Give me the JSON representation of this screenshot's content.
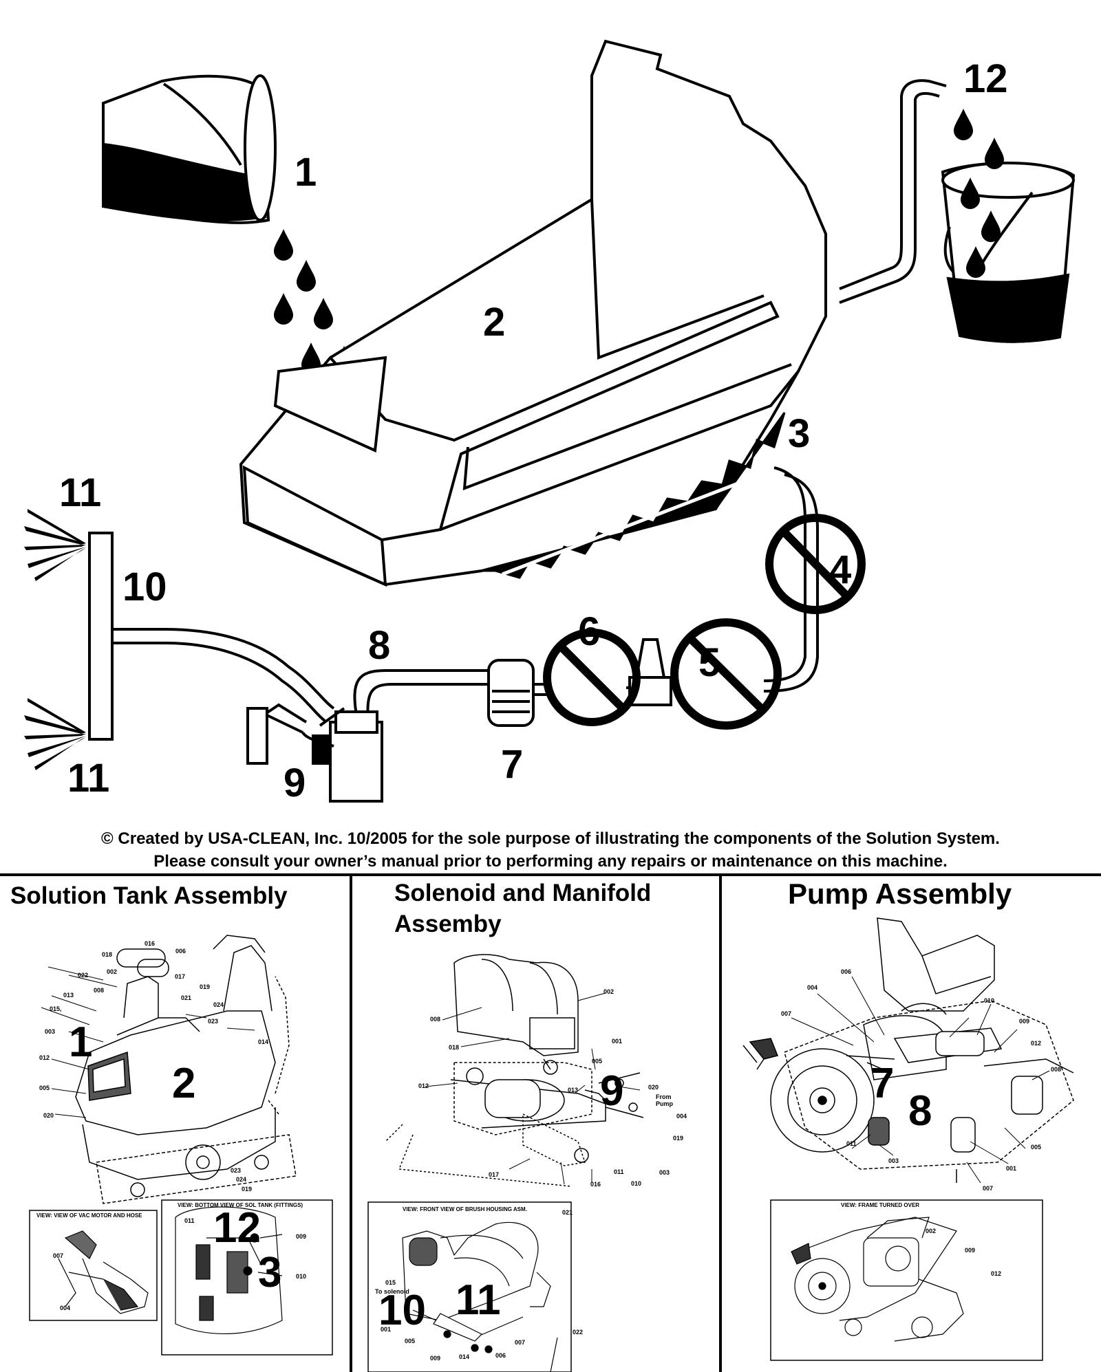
{
  "callouts": {
    "n1": "1",
    "n2": "2",
    "n3": "3",
    "n4": "4",
    "n5": "5",
    "n6": "6",
    "n7": "7",
    "n8": "8",
    "n9": "9",
    "n10": "10",
    "n11a": "11",
    "n11b": "11",
    "n12": "12"
  },
  "footer": {
    "line1": "© Created by USA-CLEAN, Inc. 10/2005 for the sole purpose of illustrating the components of the Solution System.",
    "line2": "Please consult your owner’s manual prior to performing any repairs or maintenance on this machine."
  },
  "panels": {
    "solution_tank": {
      "title": "Solution Tank Assembly",
      "callouts": {
        "c1": "1",
        "c2": "2",
        "c12": "12",
        "c3": "3"
      },
      "view_a": "VIEW: VIEW OF VAC MOTOR AND HOSE",
      "view_b": "VIEW: BOTTOM VIEW OF SOL TANK (FITTINGS)",
      "parts": {
        "p016": "016",
        "p006": "006",
        "p018": "018",
        "p022": "022",
        "p002": "002",
        "p008": "008",
        "p017": "017",
        "p013": "013",
        "p021": "021",
        "p019": "019",
        "p015": "015,",
        "p024": "024",
        "p023": "023",
        "p003": "003",
        "p014": "014",
        "p012": "012",
        "p005": "005",
        "p020": "020",
        "p023b": "023",
        "p024b": "024",
        "p019b": "019",
        "p007": "007",
        "p004": "004",
        "p011": "011",
        "p009": "009",
        "p010": "010"
      }
    },
    "solenoid": {
      "title_line1": "Solenoid and Manifold",
      "title_line2": "Assemby",
      "callouts": {
        "c9": "9",
        "c10": "10",
        "c11": "11"
      },
      "view": "VIEW: FRONT VIEW OF BRUSH HOUSING ASM.",
      "parts": {
        "p002": "002",
        "p008": "008",
        "p018": "018",
        "p001": "001",
        "p005": "005",
        "p012": "012",
        "p013": "013",
        "p020": "020",
        "from_pump": "From\nPump",
        "p004": "004",
        "p019": "019",
        "p017": "017",
        "p016": "016",
        "p011": "011",
        "p010": "010",
        "p003": "003",
        "p021": "021",
        "p015": "015",
        "to_solenoid": "To solenoid",
        "p001b": "001",
        "p005b": "005",
        "p009": "009",
        "p014": "014",
        "p006": "006",
        "p007": "007",
        "p022": "022"
      }
    },
    "pump": {
      "title": "Pump Assembly",
      "callouts": {
        "c7": "7",
        "c8": "8"
      },
      "view": "VIEW: FRAME TURNED OVER",
      "parts": {
        "p006": "006",
        "p004": "004",
        "p007": "007",
        "p010": "010",
        "p009": "009",
        "p012": "012",
        "p008": "008",
        "p011": "011",
        "p003": "003",
        "p005": "005",
        "p001": "001",
        "p007b": "007",
        "p002": "002",
        "p009b": "009",
        "p012b": "012"
      }
    }
  }
}
